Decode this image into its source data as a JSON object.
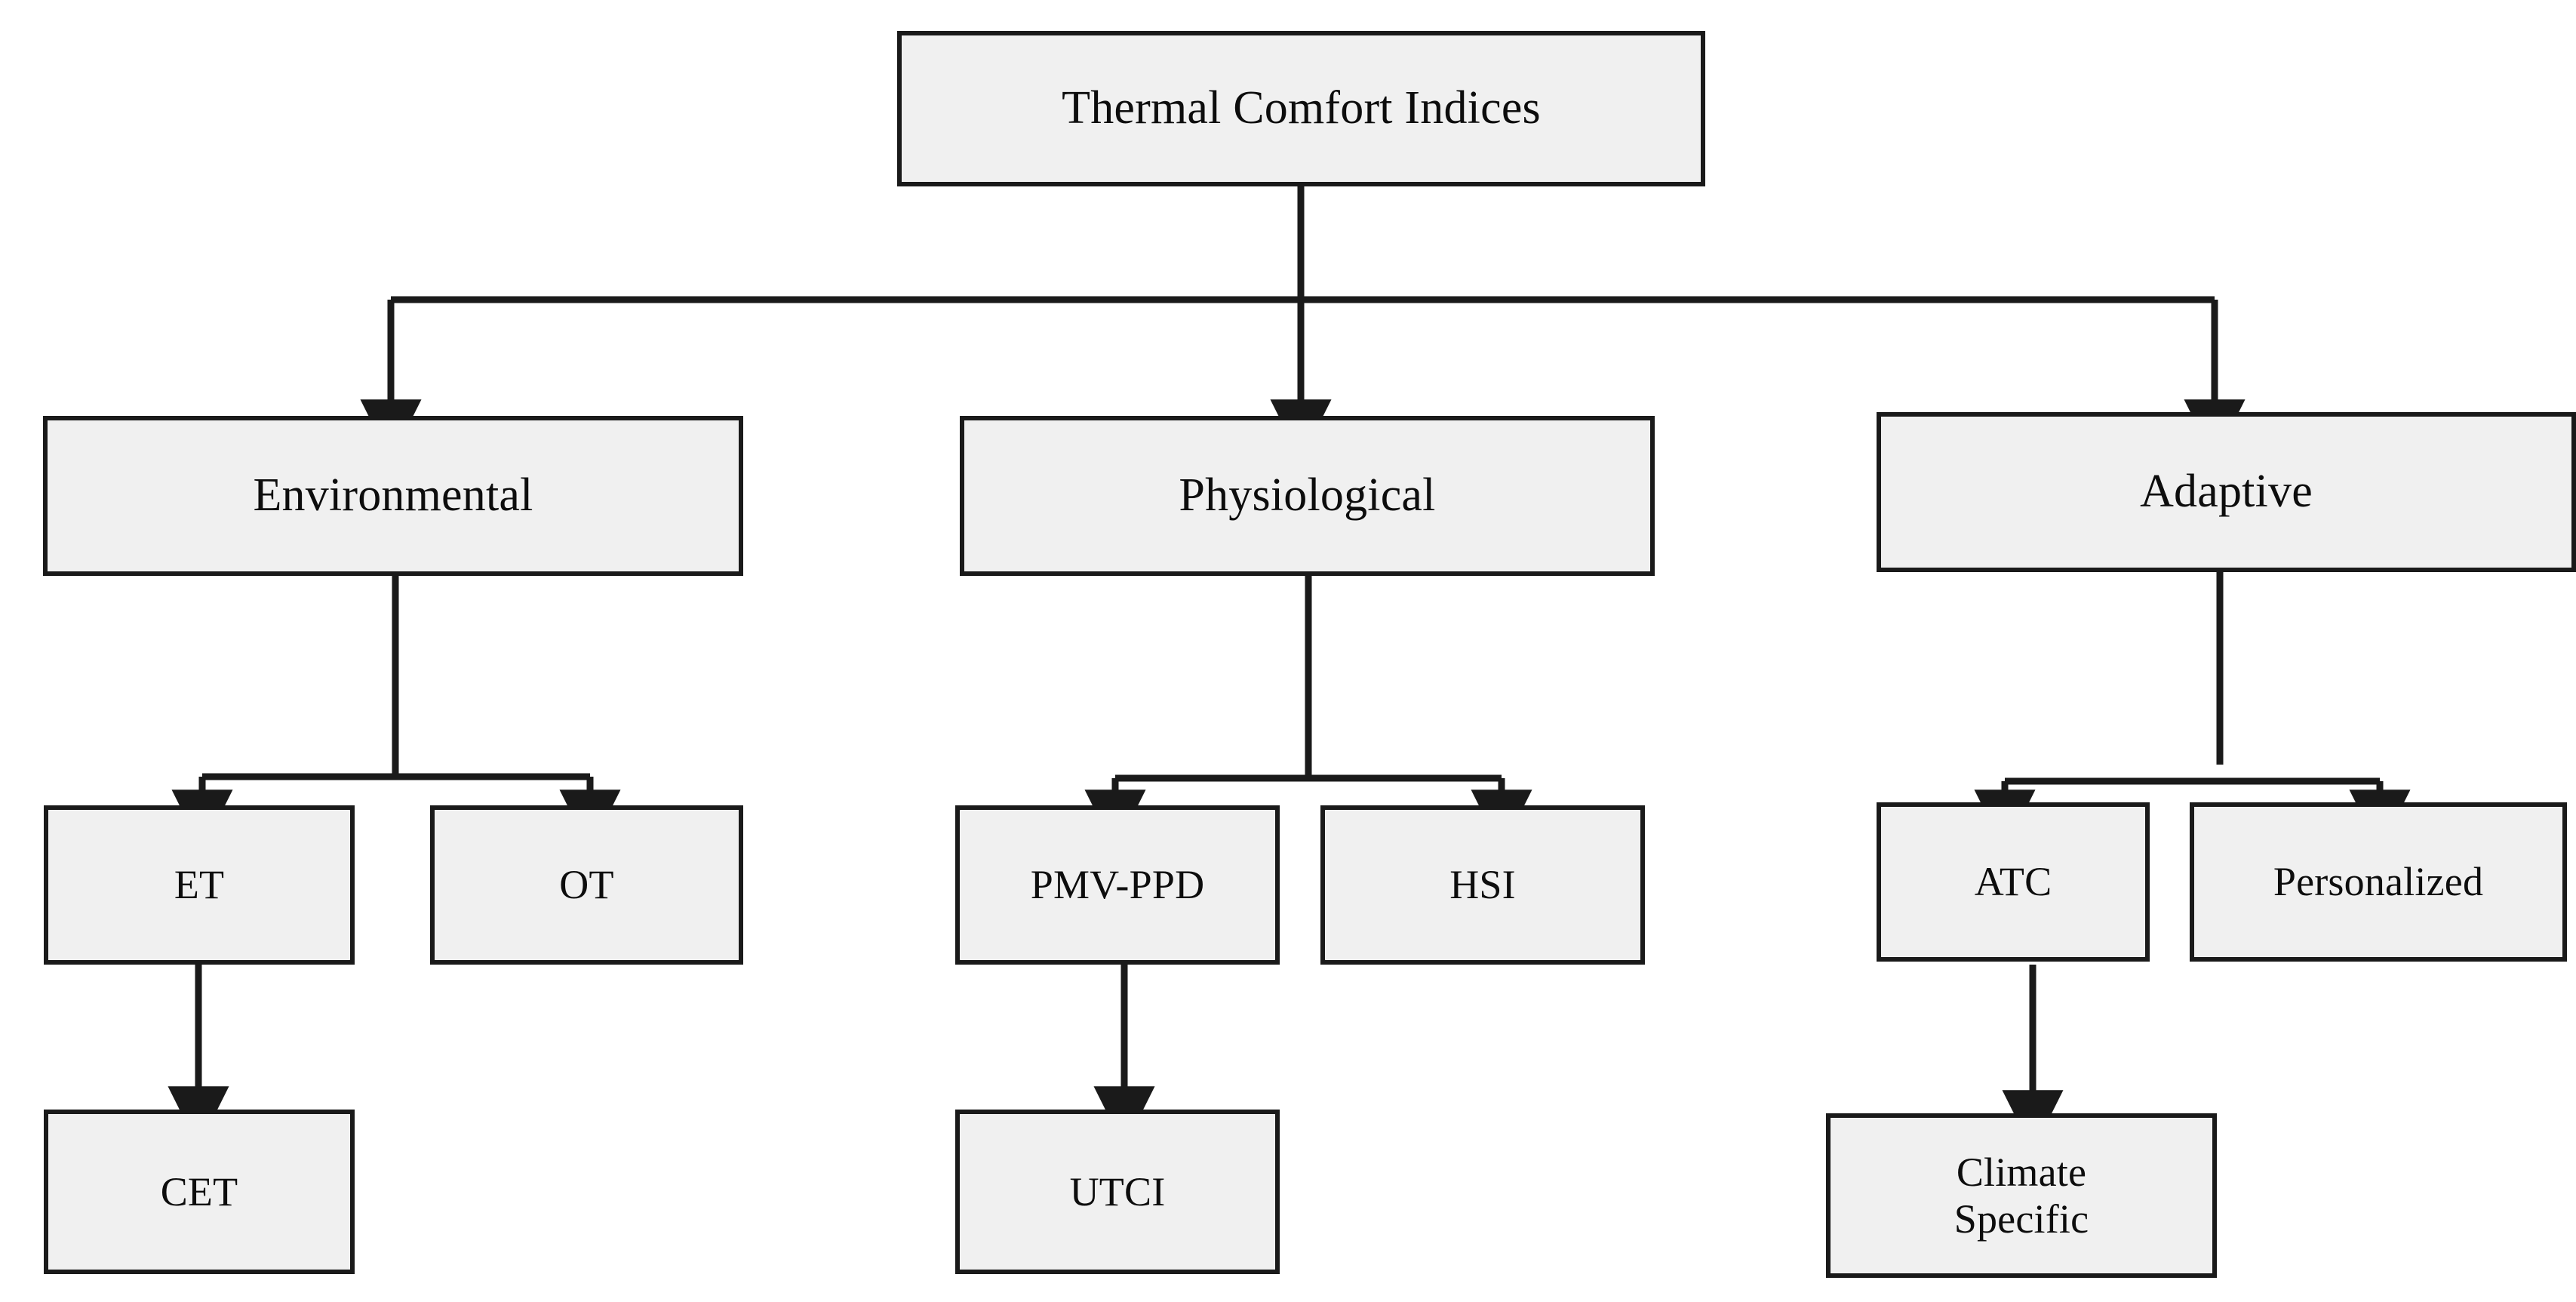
{
  "diagram": {
    "type": "hierarchy-flowchart",
    "title": "Thermal Comfort Indices",
    "orientation": "top-down",
    "style": {
      "node_fill": "#f0f0f0",
      "node_border": "#1a1a1a",
      "edge_color": "#1a1a1a",
      "background": "#ffffff",
      "text_color": "#0d0d0d"
    },
    "nodes": {
      "root": {
        "label": "Thermal Comfort Indices"
      },
      "environmental": {
        "label": "Environmental"
      },
      "physiological": {
        "label": "Physiological"
      },
      "adaptive": {
        "label": "Adaptive"
      },
      "et": {
        "label": "ET"
      },
      "ot": {
        "label": "OT"
      },
      "pmv_ppd": {
        "label": "PMV-PPD"
      },
      "hsi": {
        "label": "HSI"
      },
      "atc": {
        "label": "ATC"
      },
      "personalized": {
        "label": "Personalized"
      },
      "cet": {
        "label": "CET"
      },
      "utci": {
        "label": "UTCI"
      },
      "climate_specific": {
        "label": "Climate\nSpecific"
      }
    },
    "edges": [
      {
        "from": "root",
        "to": "environmental"
      },
      {
        "from": "root",
        "to": "physiological"
      },
      {
        "from": "root",
        "to": "adaptive"
      },
      {
        "from": "environmental",
        "to": "et"
      },
      {
        "from": "environmental",
        "to": "ot"
      },
      {
        "from": "physiological",
        "to": "pmv_ppd"
      },
      {
        "from": "physiological",
        "to": "hsi"
      },
      {
        "from": "adaptive",
        "to": "atc"
      },
      {
        "from": "adaptive",
        "to": "personalized"
      },
      {
        "from": "et",
        "to": "cet"
      },
      {
        "from": "pmv_ppd",
        "to": "utci"
      },
      {
        "from": "atc",
        "to": "climate_specific"
      }
    ]
  }
}
